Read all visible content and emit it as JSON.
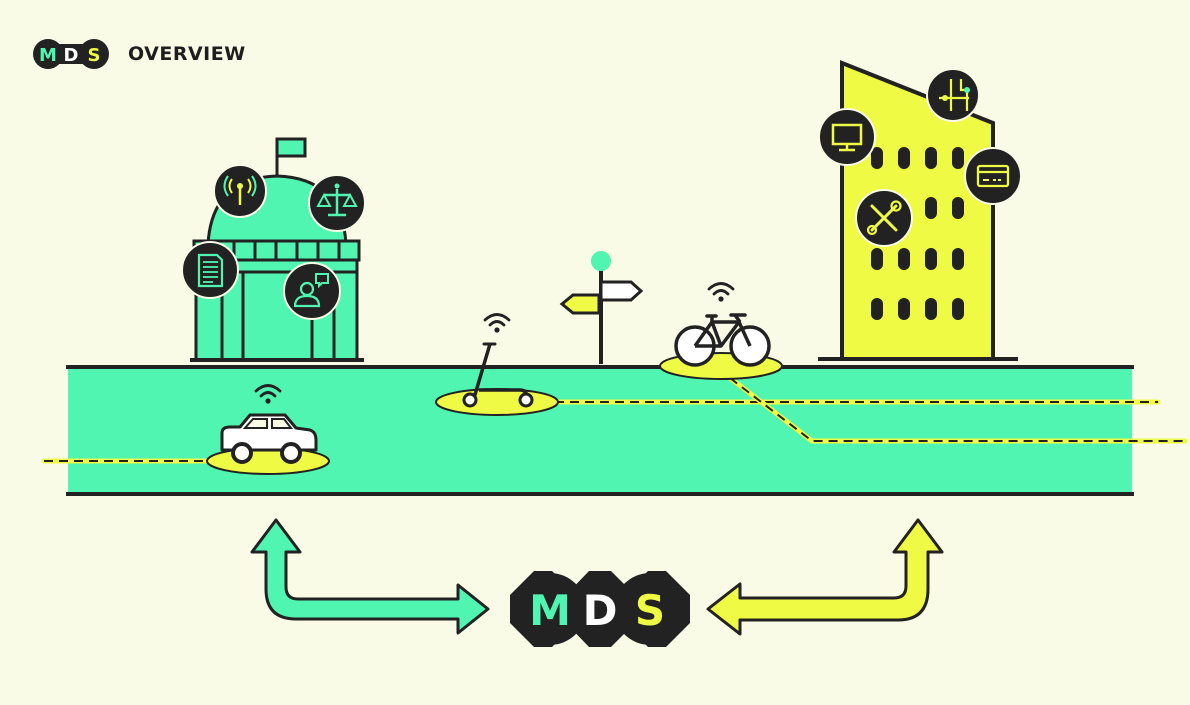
{
  "header": {
    "title": "OVERVIEW",
    "logo_letters": [
      "M",
      "D",
      "S"
    ]
  },
  "center_logo": {
    "letters": [
      "M",
      "D",
      "S"
    ]
  },
  "colors": {
    "background": "#f9fbe6",
    "mint": "#4ff5b0",
    "lime": "#eefa44",
    "dark": "#222222",
    "white": "#ffffff"
  },
  "icons": {
    "government_building": [
      "signal-tower-icon",
      "scales-icon",
      "document-icon",
      "user-chat-icon",
      "flag-icon"
    ],
    "company_building": [
      "monitor-icon",
      "route-map-icon",
      "credit-card-icon",
      "tools-icon"
    ],
    "vehicles": [
      "car-icon",
      "scooter-icon",
      "bicycle-icon"
    ],
    "street": [
      "signpost-icon"
    ]
  }
}
